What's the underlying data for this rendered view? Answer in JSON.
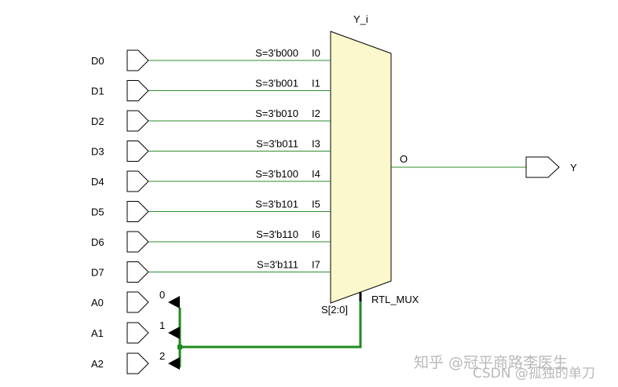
{
  "mux": {
    "instance_name": "Y_i",
    "type_label": "RTL_MUX",
    "output_pin": "O",
    "select_pin": "S[2:0]",
    "data_inputs": [
      {
        "port": "D0",
        "pin": "I0",
        "sel": "S=3'b000"
      },
      {
        "port": "D1",
        "pin": "I1",
        "sel": "S=3'b001"
      },
      {
        "port": "D2",
        "pin": "I2",
        "sel": "S=3'b010"
      },
      {
        "port": "D3",
        "pin": "I3",
        "sel": "S=3'b011"
      },
      {
        "port": "D4",
        "pin": "I4",
        "sel": "S=3'b100"
      },
      {
        "port": "D5",
        "pin": "I5",
        "sel": "S=3'b101"
      },
      {
        "port": "D6",
        "pin": "I6",
        "sel": "S=3'b110"
      },
      {
        "port": "D7",
        "pin": "I7",
        "sel": "S=3'b111"
      }
    ]
  },
  "select_inputs": [
    {
      "port": "A0",
      "bit": "0"
    },
    {
      "port": "A1",
      "bit": "1"
    },
    {
      "port": "A2",
      "bit": "2"
    }
  ],
  "output_port": "Y",
  "colors": {
    "wire": "#2e8b2e",
    "bus": "#1f8a1f",
    "mux_fill": "#fbf8cc",
    "port_stroke": "#000000"
  },
  "watermark": {
    "line1": "知乎 @冠平商路李医生",
    "line2": "CSDN @孤独的单刀"
  }
}
